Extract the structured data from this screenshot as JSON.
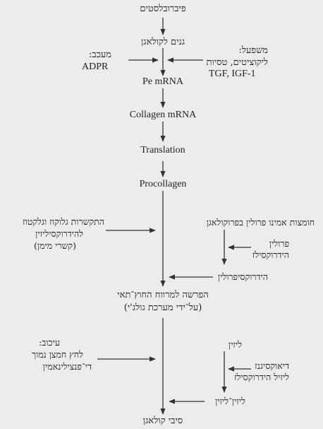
{
  "nodes": {
    "fibroblasts": "פיברובלסטים",
    "collagen_genes": "גנים לקולאגן",
    "pe_mrna": "Pe mRNA",
    "collagen_mrna": "Collagen mRNA",
    "translation": "Translation",
    "procollagen": "Procollagen",
    "secretion_line1": "הפרשה למרווח החוץ־תאי",
    "secretion_line2": "(על־ידי מערכת גולג'י)",
    "collagen_fibers": "סיבי קולאגן"
  },
  "inhibitor_top": {
    "title": "מעכב:",
    "item": "ADPR"
  },
  "influencers": {
    "title": "משפעל:",
    "line1": "ליקוציטים, טסיות",
    "line2": "TGF, IGF-1"
  },
  "glycosylation": {
    "line1": "התקשרות גלוקוז וגלקטוז",
    "line2": "להידרוקסיליזין",
    "line3": "(קשרי מימן)"
  },
  "proline_branch": {
    "source": "חומצות אמינו פרולין בפרוקולאגן",
    "enzyme_line1": "פרולין",
    "enzyme_line2": "הידרוקסילז",
    "product": "הידרוקסיפרולין"
  },
  "inhibition_bottom": {
    "title": "עיכוב:",
    "line1": "לחץ חמצן נמוך",
    "line2": "די־פנצילינאמין"
  },
  "lysine_branch": {
    "source": "ליזין",
    "enzyme_line1": "דיאוקסיגנז",
    "enzyme_line2": "ליזיל הידרוקסילז",
    "product": "ליזין־ליזין"
  },
  "colors": {
    "arrow": "#333333",
    "background": "#ececec"
  }
}
